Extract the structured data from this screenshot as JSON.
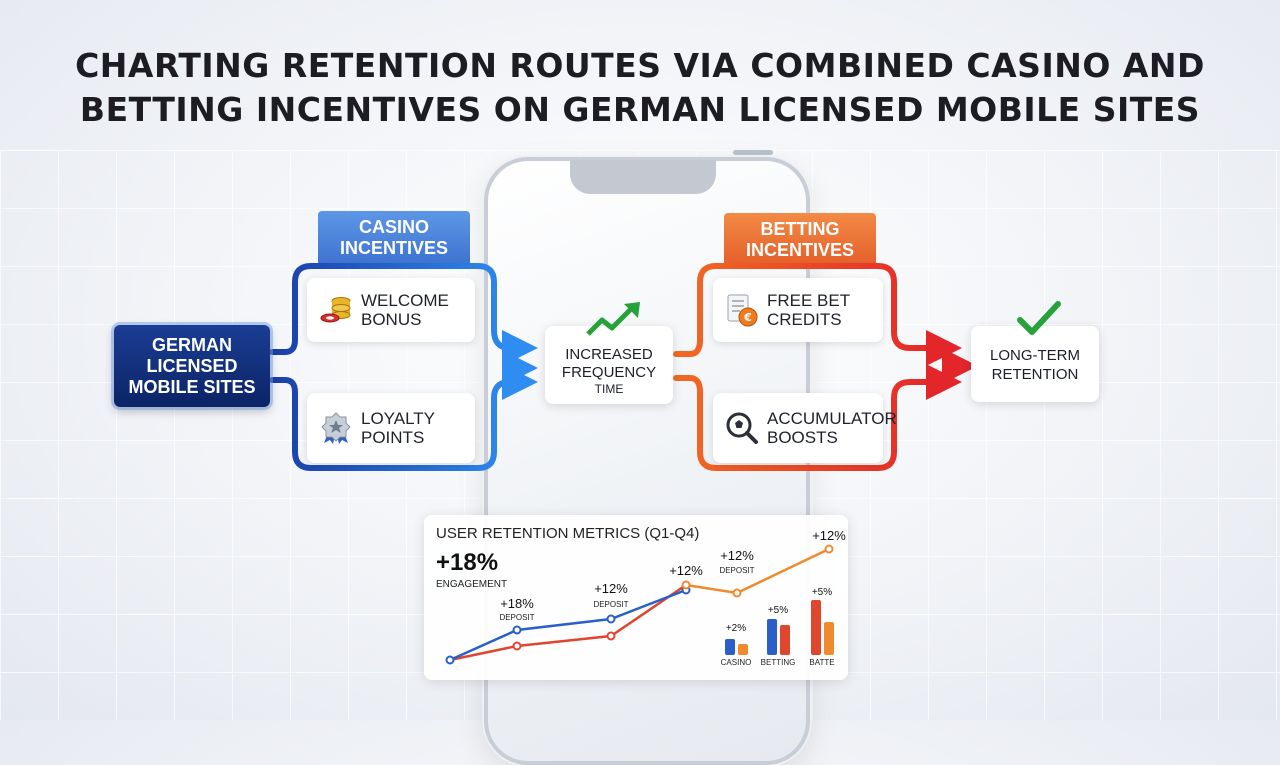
{
  "title": {
    "line1": "CHARTING RETENTION ROUTES VIA COMBINED CASINO AND",
    "line2": "BETTING INCENTIVES ON GERMAN LICENSED MOBILE SITES"
  },
  "source": {
    "label": "GERMAN LICENSED MOBILE SITES"
  },
  "casino": {
    "tab": "CASINO INCENTIVES",
    "color": "#3f74d1",
    "items": [
      {
        "label": "WELCOME BONUS",
        "icon": "casino-chips-icon"
      },
      {
        "label": "LOYALTY POINTS",
        "icon": "loyalty-badge-icon"
      }
    ]
  },
  "betting": {
    "tab": "BETTING INCENTIVES",
    "color": "#e5612b",
    "items": [
      {
        "label": "FREE BET CREDITS",
        "icon": "bet-slip-euro-icon"
      },
      {
        "label": "ACCUMULATOR BOOSTS",
        "icon": "football-magnifier-icon"
      }
    ]
  },
  "middle": {
    "line1": "INCREASED FREQUENCY",
    "line2": "TIME",
    "icon": "trend-up-arrow-icon"
  },
  "outcome": {
    "label": "LONG-TERM RETENTION",
    "icon": "checkmark-icon"
  },
  "metrics": {
    "title": "USER RETENTION METRICS (Q1-Q4)",
    "headline_value": "+18%",
    "headline_label": "ENGAGEMENT",
    "line_labels": [
      {
        "value": "+18%",
        "sub": "DEPOSIT"
      },
      {
        "value": "+12%",
        "sub": "DEPOSIT"
      },
      {
        "value": "+12%",
        "sub": ""
      },
      {
        "value": "+12%",
        "sub": "DEPOSIT"
      },
      {
        "value": "+12%",
        "sub": ""
      }
    ],
    "bar_groups": [
      {
        "value": "+2%",
        "label": "CASINO"
      },
      {
        "value": "+5%",
        "label": "BETTING"
      },
      {
        "value": "+5%",
        "label": "BATTE"
      }
    ],
    "colors": {
      "blue": "#2a5fc9",
      "red": "#e0452f",
      "orange": "#f08a2e"
    }
  }
}
